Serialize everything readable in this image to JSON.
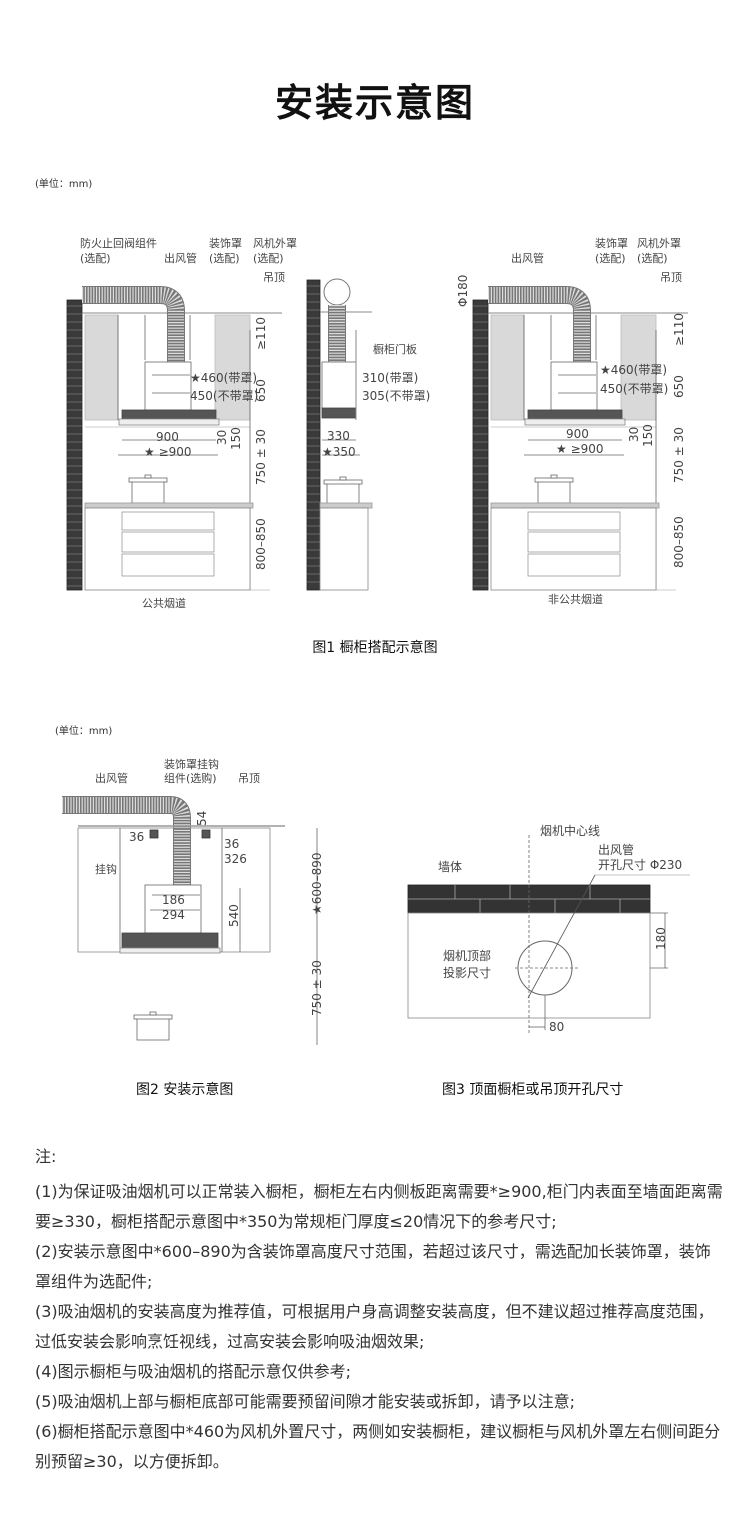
{
  "title": "安装示意图",
  "fig1": {
    "unit": "(单位：mm)",
    "caption": "图1 橱柜搭配示意图",
    "public": {
      "label_valve": "防火止回阀组件",
      "label_valve_opt": "(选配)",
      "label_duct": "出风管",
      "label_cover": "装饰罩",
      "label_cover_opt": "(选配)",
      "label_fan": "风机外罩",
      "label_fan_opt": "(选配)",
      "label_ceiling": "吊顶",
      "dim_110": "≥110",
      "dim_460": "★460(带罩)",
      "dim_450": "450(不带罩)",
      "dim_650": "650",
      "dim_900": "900",
      "dim_ge900": "★ ≥900",
      "dim_30": "30",
      "dim_150": "150",
      "dim_750": "750 ± 30",
      "dim_800": "800–850",
      "name": "公共烟道"
    },
    "side": {
      "label_door": "橱柜门板",
      "dim_310": "310(带罩)",
      "dim_305": "305(不带罩)",
      "dim_330": "330",
      "dim_350": "★350"
    },
    "nonpublic": {
      "label_duct": "出风管",
      "label_cover": "装饰罩",
      "label_cover_opt": "(选配)",
      "label_fan": "风机外罩",
      "label_fan_opt": "(选配)",
      "label_ceiling": "吊顶",
      "dim_180": "Φ180",
      "dim_110": "≥110",
      "dim_460": "★460(带罩)",
      "dim_450": "450(不带罩)",
      "dim_650": "650",
      "dim_900": "900",
      "dim_ge900": "★ ≥900",
      "dim_30": "30",
      "dim_150": "150",
      "dim_750": "750 ± 30",
      "dim_800": "800–850",
      "name": "非公共烟道"
    }
  },
  "fig2": {
    "unit": "(单位：mm)",
    "caption": "图2 安装示意图",
    "label_duct": "出风管",
    "label_hook_assembly": "装饰罩挂钩",
    "label_hook_assembly2": "组件(选购)",
    "label_ceiling": "吊顶",
    "label_hook": "挂钩",
    "dim_36a": "36",
    "dim_36b": "36",
    "dim_326": "326",
    "dim_54": "54",
    "dim_186": "186",
    "dim_294": "294",
    "dim_540": "540",
    "dim_600": "★600–890",
    "dim_750": "750 ± 30"
  },
  "fig3": {
    "caption": "图3 顶面橱柜或吊顶开孔尺寸",
    "label_center": "烟机中心线",
    "label_duct": "出风管",
    "label_hole": "开孔尺寸 Φ230",
    "label_wall": "墙体",
    "label_proj1": "烟机顶部",
    "label_proj2": "投影尺寸",
    "dim_180": "180",
    "dim_80": "80"
  },
  "notes": {
    "heading": "注:",
    "items": [
      "(1)为保证吸油烟机可以正常装入橱柜，橱柜左右内侧板距离需要*≥900,柜门内表面至墙面距离需要≥330，橱柜搭配示意图中*350为常规柜门厚度≤20情况下的参考尺寸;",
      "(2)安装示意图中*600–890为含装饰罩高度尺寸范围，若超过该尺寸，需选配加长装饰罩，装饰罩组件为选配件;",
      "(3)吸油烟机的安装高度为推荐值，可根据用户身高调整安装高度，但不建议超过推荐高度范围，过低安装会影响烹饪视线，过高安装会影响吸油烟效果;",
      "(4)图示橱柜与吸油烟机的搭配示意仅供参考;",
      "(5)吸油烟机上部与橱柜底部可能需要预留间隙才能安装或拆卸，请予以注意;",
      "(6)橱柜搭配示意图中*460为风机外置尺寸，两侧如安装橱柜，建议橱柜与风机外罩左右侧间距分别预留≥30，以方便拆卸。"
    ]
  }
}
